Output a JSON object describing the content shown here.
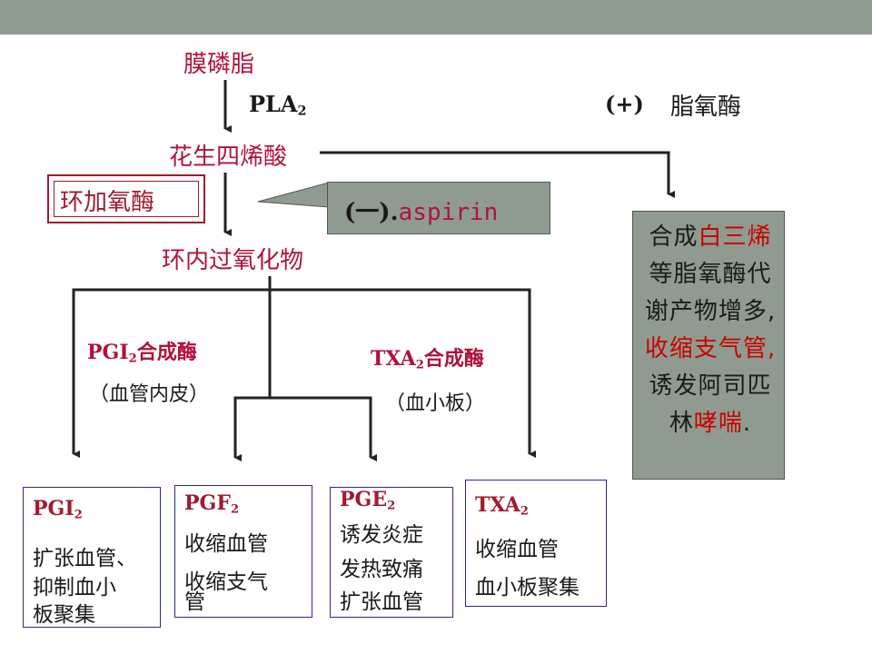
{
  "header": {
    "bar_color": "#8f9b90"
  },
  "pathway": {
    "membrane_phospholipid": "膜磷脂",
    "pla_text": "PLA",
    "pla_sub": "2",
    "arachidonic_acid": "花生四烯酸",
    "cyclooxygenase": "环加氧酶",
    "endoperoxide": "环内过氧化物",
    "lipoxygenase_sign": "(+)",
    "lipoxygenase": "脂氧酶",
    "aspirin_prefix": "(一).",
    "aspirin": "aspirin"
  },
  "synthase": {
    "pgi_name": "PGI",
    "pgi_sub": "2",
    "pgi_suffix": "合成酶",
    "pgi_location": "（血管内皮）",
    "txa_name": "TXA",
    "txa_sub": "2",
    "txa_suffix": "合成酶",
    "txa_location": "（血小板）"
  },
  "side_note": {
    "p1": "合成",
    "p2": "白三烯",
    "p3": "等脂氧酶代谢产物增多,",
    "p4": "收缩支气管,",
    "p5": "诱发阿司匹林",
    "p6": "哮喘",
    "p7": "."
  },
  "products": [
    {
      "name": "PGI",
      "sub": "2",
      "lines": [
        "扩张血管、",
        "抑制血小",
        "板聚集"
      ]
    },
    {
      "name": "PGF",
      "sub": "2",
      "lines": [
        "收缩血管",
        "收缩支气",
        "管"
      ]
    },
    {
      "name": "PGE",
      "sub": "2",
      "lines": [
        "诱发炎症",
        "发热致痛",
        "扩张血管"
      ]
    },
    {
      "name": "TXA",
      "sub": "2",
      "lines": [
        "收缩血管",
        "血小板聚集"
      ]
    }
  ],
  "colors": {
    "maroon": "#b0123a",
    "red": "#cc0000",
    "gray_box": "#8f9b90",
    "product_border": "#2b2b8a"
  }
}
